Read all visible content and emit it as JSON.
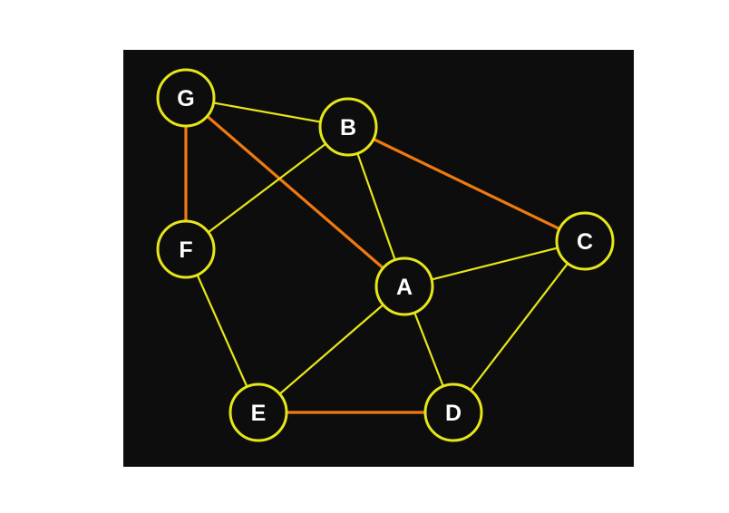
{
  "graph": {
    "colors": {
      "background": "#0d0d0d",
      "node_fill": "#0d0d0d",
      "node_stroke": "#e6e619",
      "label": "#ffffff",
      "edge_default": "#e6e619",
      "edge_highlight": "#f07a10"
    },
    "nodes": [
      {
        "id": "G",
        "label": "G"
      },
      {
        "id": "B",
        "label": "B"
      },
      {
        "id": "F",
        "label": "F"
      },
      {
        "id": "C",
        "label": "C"
      },
      {
        "id": "A",
        "label": "A"
      },
      {
        "id": "E",
        "label": "E"
      },
      {
        "id": "D",
        "label": "D"
      }
    ],
    "edges": [
      {
        "from": "G",
        "to": "B",
        "highlighted": false
      },
      {
        "from": "G",
        "to": "F",
        "highlighted": true
      },
      {
        "from": "G",
        "to": "A",
        "highlighted": true
      },
      {
        "from": "B",
        "to": "F",
        "highlighted": false
      },
      {
        "from": "B",
        "to": "A",
        "highlighted": false
      },
      {
        "from": "B",
        "to": "C",
        "highlighted": true
      },
      {
        "from": "C",
        "to": "A",
        "highlighted": false
      },
      {
        "from": "C",
        "to": "D",
        "highlighted": false
      },
      {
        "from": "F",
        "to": "E",
        "highlighted": false
      },
      {
        "from": "A",
        "to": "E",
        "highlighted": false
      },
      {
        "from": "A",
        "to": "D",
        "highlighted": false
      },
      {
        "from": "E",
        "to": "D",
        "highlighted": true
      }
    ]
  }
}
